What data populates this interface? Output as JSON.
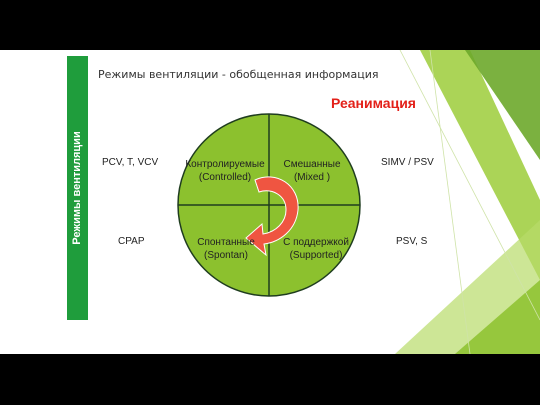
{
  "title": "Режимы вентиляции - обобщенная информация",
  "subtitle": "Реанимация",
  "side_label": "Режимы вентиляции",
  "left": {
    "top": "PCV, T, VCV",
    "bottom": "CPAP"
  },
  "right": {
    "top": "SIMV / PSV",
    "bottom": "PSV, S"
  },
  "quadrants": {
    "top_left": {
      "line1": "Контролируемые",
      "line2": "(Controlled)"
    },
    "top_right": {
      "line1": "Смешанные",
      "line2": "(Mixed )"
    },
    "bottom_left": {
      "line1": "Спонтанные",
      "line2": "(Spontan)"
    },
    "bottom_right": {
      "line1": "С поддержкой",
      "line2": "(Supported)"
    }
  },
  "colors": {
    "circle_fill": "#8cc12e",
    "circle_stroke": "#1f3d1f",
    "arrow": "#ef5541",
    "accent_green": "#1f9d3c",
    "subtitle_red": "#e32019"
  }
}
